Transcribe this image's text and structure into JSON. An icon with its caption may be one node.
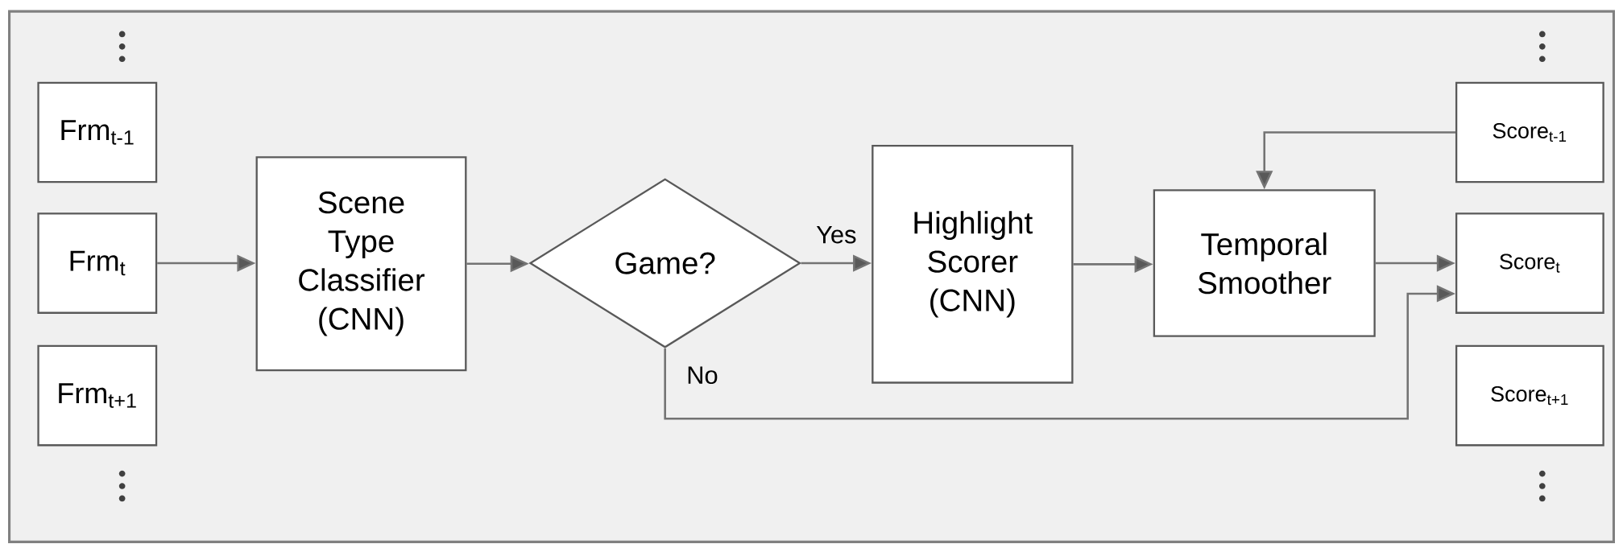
{
  "diagram": {
    "nodes": [
      {
        "text": [
          "Frm$_{t-1}$"
        ]
      },
      {
        "text": [
          "Frm$_{t}$"
        ]
      },
      {
        "text": [
          "Frm$_{t+1}$"
        ]
      },
      {
        "text": [
          "Scene Type Classifier (CNN)"
        ]
      },
      {
        "text": [
          "Game?"
        ]
      },
      {
        "text": [
          "Highlight Scorer (CNN)"
        ]
      },
      {
        "text": [
          "Temporal Smoother"
        ]
      },
      {
        "text": [
          "Score$_{t-1}$"
        ]
      },
      {
        "text": [
          "Score$_{t}$"
        ]
      },
      {
        "text": [
          "Score$_{t+1}$"
        ]
      }
    ],
    "edges": [
      {
        "from": 1,
        "to": 3,
        "arrow": "to"
      },
      {
        "from": 3,
        "to": 4,
        "arrow": "to"
      },
      {
        "from": 4,
        "to": 5,
        "arrow": "to",
        "label": "Yes"
      },
      {
        "from": 5,
        "to": 6,
        "arrow": "to"
      },
      {
        "from": 6,
        "to": 8,
        "arrow": "to"
      },
      {
        "from": 7,
        "to": 6,
        "arrow": "to"
      },
      {
        "from": 4,
        "to": 8,
        "arrow": "to",
        "label": "No"
      }
    ]
  }
}
